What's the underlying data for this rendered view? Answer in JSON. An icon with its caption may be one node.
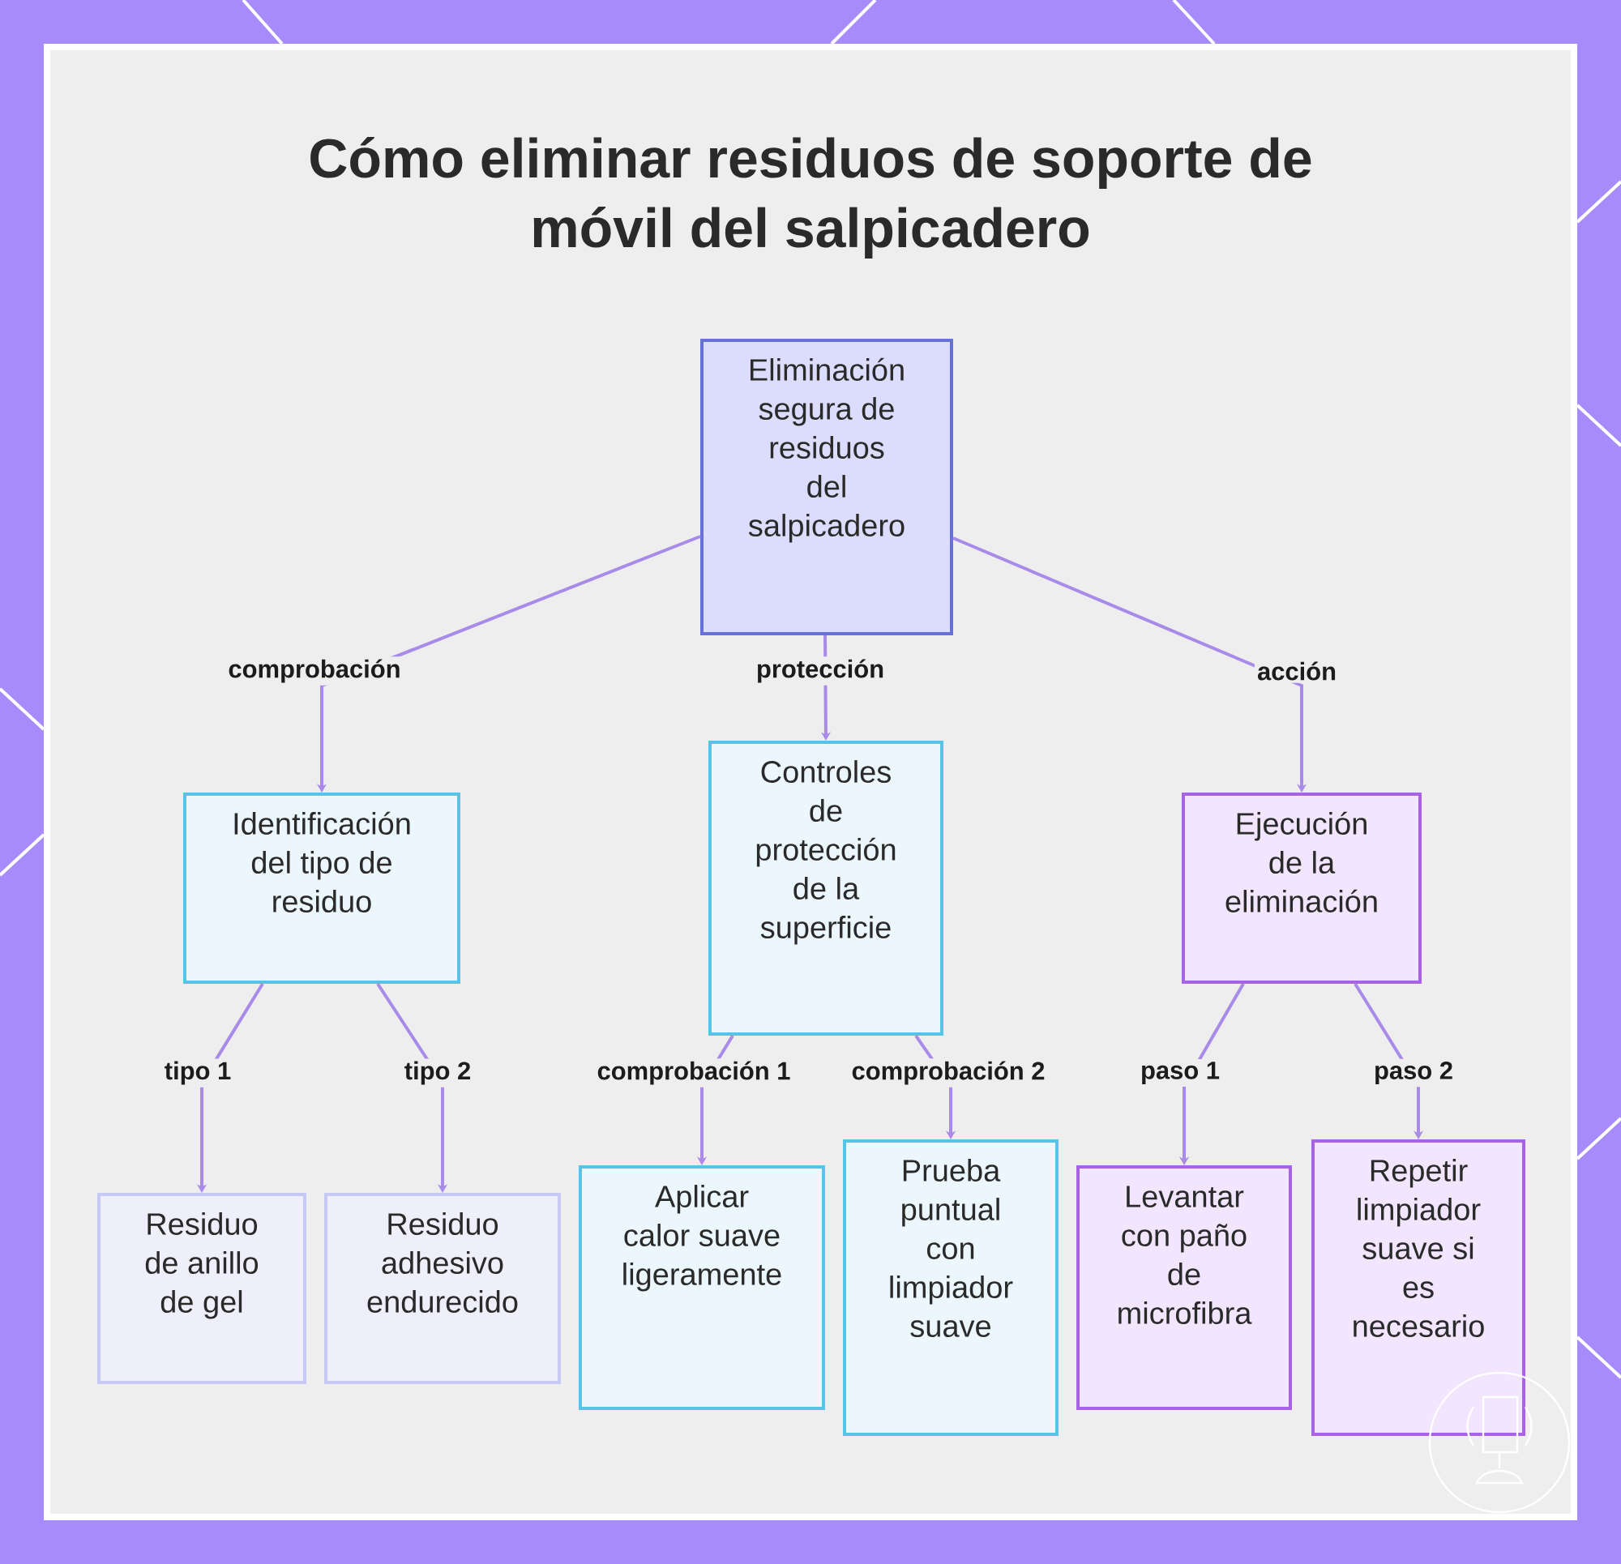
{
  "diagram": {
    "title": "Cómo eliminar residuos de soporte de móvil del salpicadero",
    "nodes": [
      {
        "text": [
          "Eliminación segura de residuos del salpicadero"
        ]
      },
      {
        "text": [
          "Identificación del tipo de residuo"
        ]
      },
      {
        "text": [
          "Controles de protección de la superficie"
        ]
      },
      {
        "text": [
          "Ejecución de la eliminación"
        ]
      },
      {
        "text": [
          "Residuo de anillo de gel"
        ]
      },
      {
        "text": [
          "Residuo adhesivo endurecido"
        ]
      },
      {
        "text": [
          "Aplicar calor suave ligeramente"
        ]
      },
      {
        "text": [
          "Prueba puntual con limpiador suave"
        ]
      },
      {
        "text": [
          "Levantar con paño de microfibra"
        ]
      },
      {
        "text": [
          "Repetir limpiador suave si es necesario"
        ]
      }
    ],
    "edges": [
      {
        "from": 0,
        "to": 1,
        "arrow": "to",
        "label": "comprobación"
      },
      {
        "from": 0,
        "to": 2,
        "arrow": "to",
        "label": "protección"
      },
      {
        "from": 0,
        "to": 3,
        "arrow": "to",
        "label": "acción"
      },
      {
        "from": 1,
        "to": 4,
        "arrow": "to",
        "label": "tipo 1"
      },
      {
        "from": 1,
        "to": 5,
        "arrow": "to",
        "label": "tipo 2"
      },
      {
        "from": 2,
        "to": 6,
        "arrow": "to",
        "label": "comprobación 1"
      },
      {
        "from": 2,
        "to": 7,
        "arrow": "to",
        "label": "comprobación 2"
      },
      {
        "from": 3,
        "to": 8,
        "arrow": "to",
        "label": "paso 1"
      },
      {
        "from": 3,
        "to": 9,
        "arrow": "to",
        "label": "paso 2"
      }
    ]
  }
}
